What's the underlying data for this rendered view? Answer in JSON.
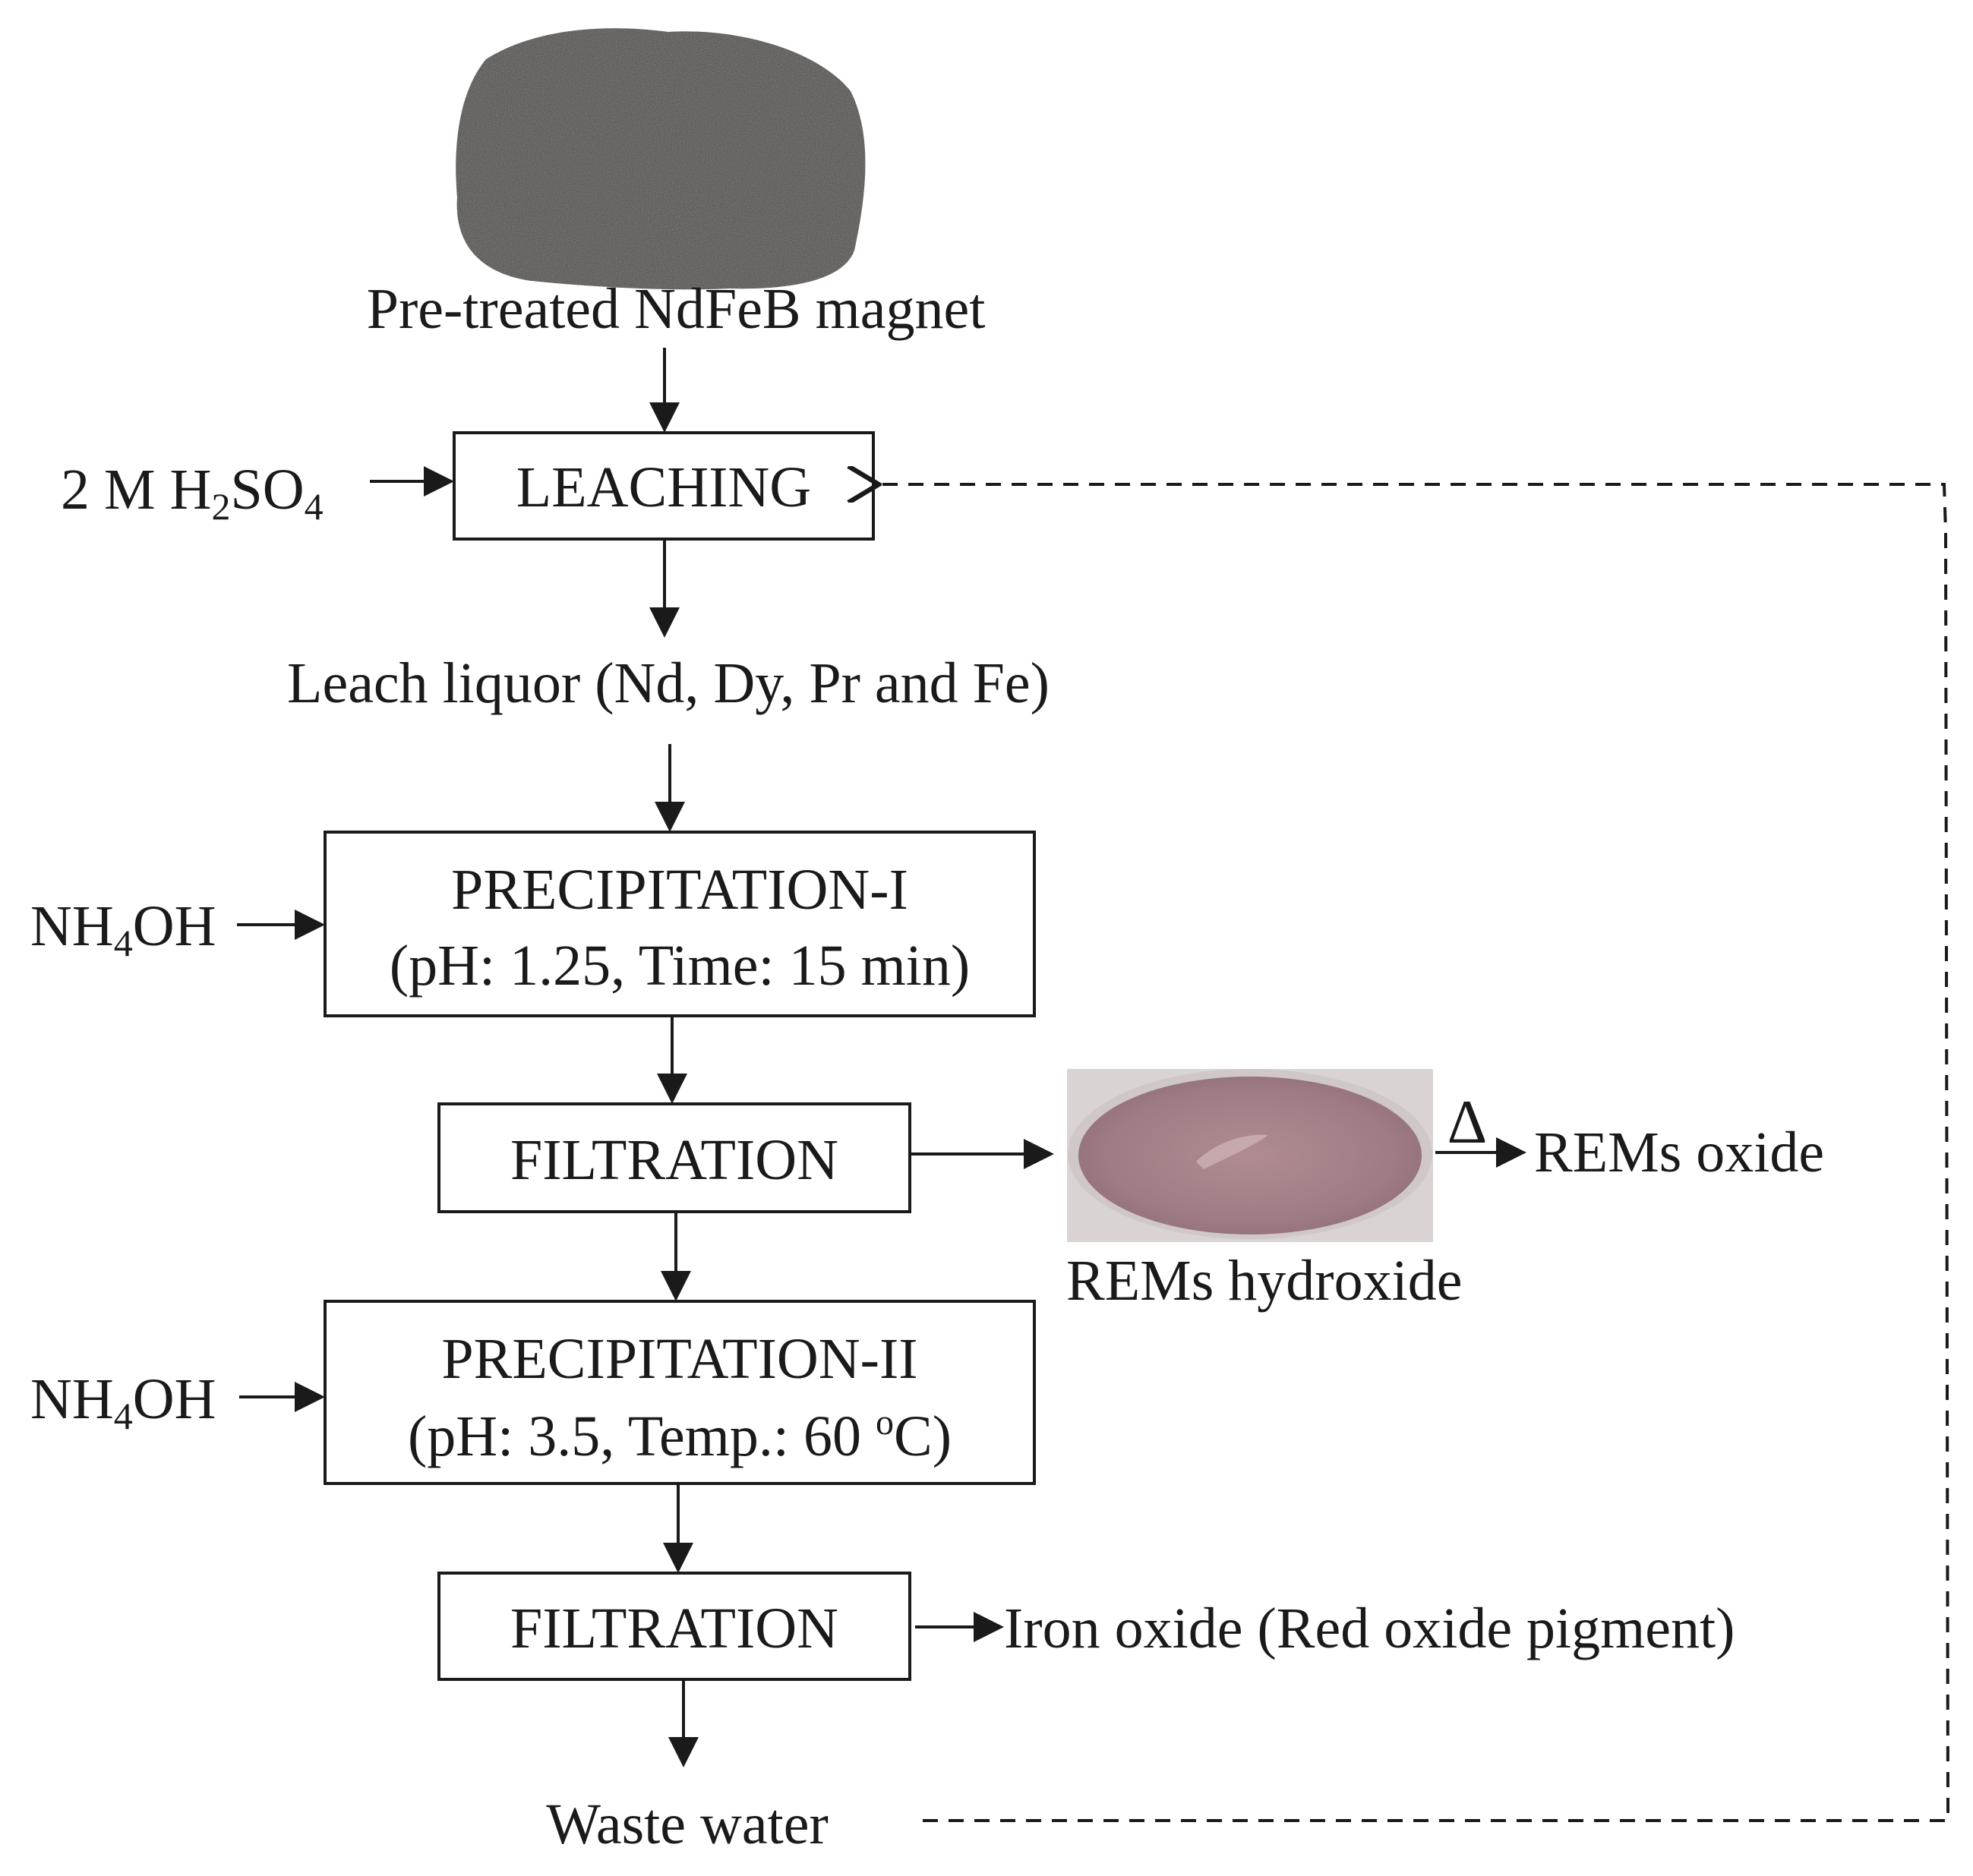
{
  "feed": {
    "photo": "grey-black-powder",
    "label": "Pre-treated NdFeB magnet"
  },
  "leaching": {
    "reagent": {
      "prefix": "2 M H",
      "sub1": "2",
      "mid": "SO",
      "sub2": "4"
    },
    "box": "LEACHING"
  },
  "leach_liquor": "Leach liquor (Nd, Dy, Pr and Fe)",
  "precipitation_1": {
    "reagent": {
      "prefix": "NH",
      "sub": "4",
      "suffix": "OH"
    },
    "title": "PRECIPITATION-I",
    "conditions": "(pH: 1.25, Time: 15 min)"
  },
  "filtration_1": {
    "box": "FILTRATION",
    "product_photo": "pink-precipitate-in-dish",
    "product_label": "REMs hydroxide",
    "heat_symbol": "Δ",
    "final_product": "REMs oxide"
  },
  "precipitation_2": {
    "reagent": {
      "prefix": "NH",
      "sub": "4",
      "suffix": "OH"
    },
    "title": "PRECIPITATION-II",
    "conditions_prefix": "(pH: 3.5, Temp.: 60 ",
    "degree": "o",
    "conditions_suffix": "C)"
  },
  "filtration_2": {
    "box": "FILTRATION",
    "product": "Iron oxide (Red oxide pigment)"
  },
  "waste": "Waste water",
  "colors": {
    "line": "#1a1a1a",
    "powder": "#4a4744",
    "precipitate": "#a27f86"
  }
}
